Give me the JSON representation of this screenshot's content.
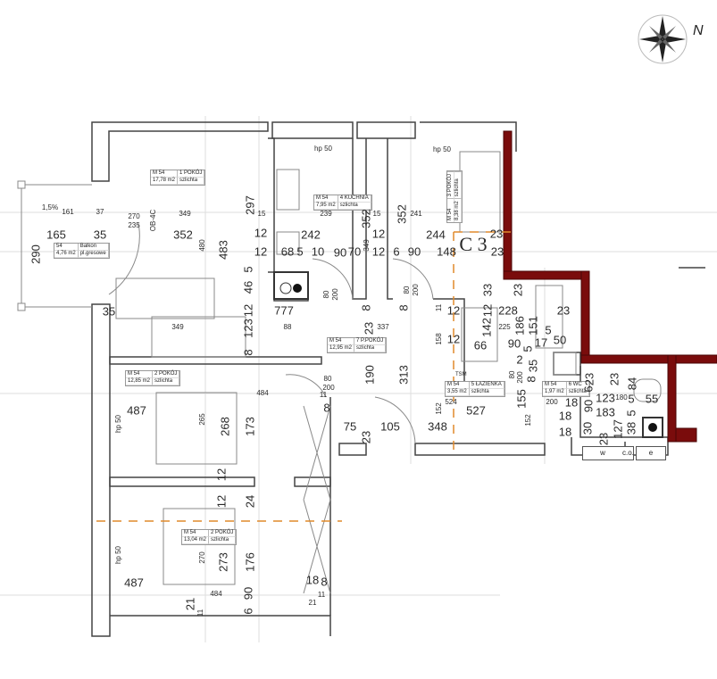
{
  "compass": {
    "north_label": "N"
  },
  "rooms": [
    {
      "code": "54",
      "name": "Balkon",
      "area": "4,76 m2",
      "finish": "pl.gresowe"
    },
    {
      "code": "M 54",
      "name": "1 POKÓJ",
      "area": "17,78 m2",
      "finish": "szlichta"
    },
    {
      "code": "M 54",
      "name": "4 KUCHNIA",
      "area": "7,95 m2",
      "finish": "szlichta"
    },
    {
      "code": "M 54",
      "name": "3 POKÓJ",
      "area": "8,38 m2",
      "finish": "szlichta"
    },
    {
      "code": "M 54",
      "name": "7 P.POKÓJ",
      "area": "12,95 m2",
      "finish": "szlichta"
    },
    {
      "code": "M 54",
      "name": "2 POKÓJ",
      "area": "12,85 m2",
      "finish": "szlichta"
    },
    {
      "code": "M 54",
      "name": "2 POKÓJ",
      "area": "13,04 m2",
      "finish": "szlichta"
    },
    {
      "code": "M 54",
      "name": "5 ŁAZIENKA",
      "area": "3,55 m2",
      "finish": "szlichta"
    },
    {
      "code": "M 54",
      "name": "6 WC",
      "area": "1,97 m2",
      "finish": "szlichta"
    }
  ],
  "tsm_label": "TSM",
  "meters": {
    "water": "w",
    "heating": "c.o.",
    "electric": "e"
  },
  "colors": {
    "structural_wall": "#7a0c0c",
    "axis_line": "#e08a2c",
    "wall": "#444444"
  },
  "dims": [
    "1,5%",
    "161",
    "37",
    "270",
    "235",
    "OB-4C",
    "349",
    "297",
    "15",
    "239",
    "352",
    "15",
    "352",
    "241",
    "165",
    "35",
    "352",
    "12",
    "242",
    "12",
    "244",
    "C 3",
    "23",
    "290",
    "480",
    "483",
    "12",
    "68",
    "5",
    "10",
    "90",
    "349",
    "70",
    "12",
    "6",
    "90",
    "148",
    "23",
    "5",
    "46",
    "80",
    "200",
    "80",
    "200",
    "33",
    "23",
    "777",
    "12",
    "8",
    "8",
    "11",
    "12",
    "12",
    "228",
    "23",
    "35",
    "349",
    "123",
    "88",
    "23",
    "337",
    "142",
    "225",
    "186",
    "151",
    "5",
    "66",
    "12",
    "158",
    "90",
    "17",
    "50",
    "5",
    "8",
    "2",
    "35",
    "80",
    "200",
    "8",
    "80",
    "200",
    "11",
    "484",
    "190",
    "313",
    "155",
    "18",
    "200",
    "6",
    "90",
    "123",
    "180",
    "5",
    "55",
    "84",
    "23",
    "23",
    "487",
    "8",
    "265",
    "268",
    "173",
    "75",
    "105",
    "348",
    "527",
    "152",
    "152",
    "18",
    "183",
    "5",
    "23",
    "18",
    "30",
    "127",
    "38",
    "23",
    "hp 50",
    "12",
    "12",
    "24",
    "hp 50",
    "270",
    "273",
    "176",
    "487",
    "18",
    "8",
    "484",
    "90",
    "11",
    "21",
    "21",
    "11",
    "6",
    "hp 50",
    "hp 50",
    "524"
  ]
}
